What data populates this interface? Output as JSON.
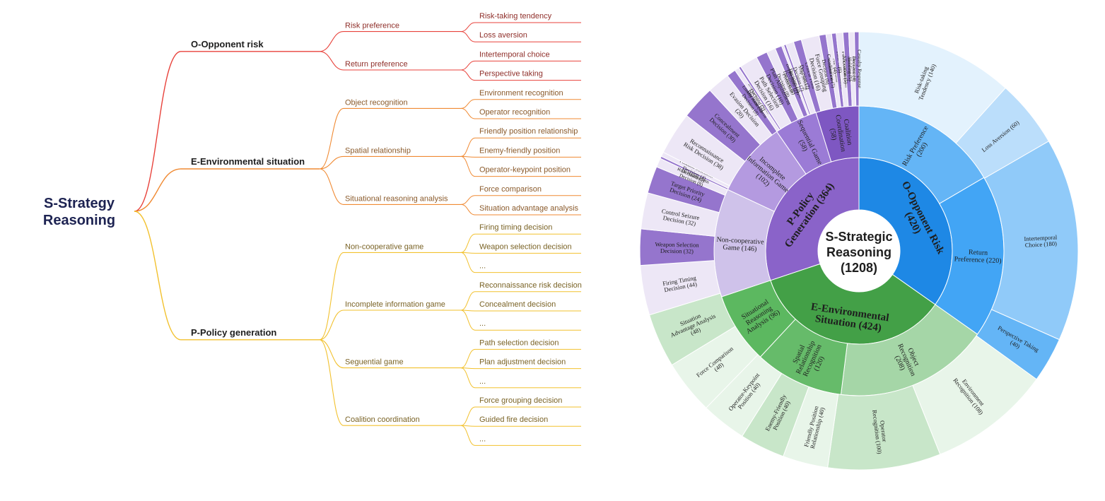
{
  "tree": {
    "root": [
      "S-Strategy",
      "Reasoning"
    ],
    "branches": [
      {
        "label": "O-Opponent risk",
        "color": "#e8423b",
        "text_color": "#8f2f2a",
        "children": [
          {
            "label": "Risk preference",
            "leaves": [
              "Risk-taking tendency",
              "Loss aversion"
            ]
          },
          {
            "label": "Return preference",
            "leaves": [
              "Intertemporal choice",
              "Perspective taking"
            ]
          }
        ]
      },
      {
        "label": "E-Environmental situation",
        "color": "#f08a33",
        "text_color": "#8a5a2b",
        "children": [
          {
            "label": "Object recognition",
            "leaves": [
              "Environment recognition",
              "Operator recognition"
            ]
          },
          {
            "label": "Spatial relationship",
            "leaves": [
              "Friendly position relationship",
              "Enemy-friendly position",
              "Operator-keypoint position"
            ]
          },
          {
            "label": "Situational reasoning analysis",
            "leaves": [
              "Force comparison",
              "Situation advantage analysis"
            ]
          }
        ]
      },
      {
        "label": "P-Policy generation",
        "color": "#f2c12e",
        "text_color": "#7a6326",
        "children": [
          {
            "label": "Non-cooperative game",
            "leaves": [
              "Firing timing decision",
              "Weapon selection decision",
              "..."
            ]
          },
          {
            "label": "Incomplete information game",
            "leaves": [
              "Reconnaissance risk decision",
              "Concealment decision",
              "..."
            ]
          },
          {
            "label": "Seguential game",
            "leaves": [
              "Path selection decision",
              "Plan adjustment decision",
              "..."
            ]
          },
          {
            "label": "Coalition coordination",
            "leaves": [
              "Force grouping decision",
              "Guided fire decision",
              "..."
            ]
          }
        ]
      }
    ]
  },
  "chart_data": {
    "type": "sunburst",
    "center": {
      "lines": [
        "S-Strategic",
        "Reasoning",
        "(1208)"
      ],
      "value": 1208
    },
    "rings": [
      {
        "level": 1,
        "segments": [
          {
            "label": "O-Opponent Risk (420)",
            "value": 420,
            "color": "#1e88e5"
          },
          {
            "label": "E-Environmental Situation (424)",
            "value": 424,
            "color": "#43a047"
          },
          {
            "label": "P-Policy Generation (364)",
            "value": 364,
            "color": "#8a63c9"
          }
        ]
      },
      {
        "level": 2,
        "segments": [
          {
            "label": "Risk Preference (200)",
            "value": 200,
            "parent": "O",
            "color": "#64b5f6"
          },
          {
            "label": "Return Preference (220)",
            "value": 220,
            "parent": "O",
            "color": "#42a5f5"
          },
          {
            "label": "Object Recognition (208)",
            "value": 208,
            "parent": "E",
            "color": "#a5d6a7"
          },
          {
            "label": "Spatial Relationship Recognition (120)",
            "value": 120,
            "parent": "E",
            "color": "#66bb6a"
          },
          {
            "label": "Situational Reasoning Analysis (96)",
            "value": 96,
            "parent": "E",
            "color": "#5cb860"
          },
          {
            "label": "Non-cooperative Game (146)",
            "value": 146,
            "parent": "P",
            "color": "#cfc2ea"
          },
          {
            "label": "Incomplete Information Game (102)",
            "value": 102,
            "parent": "P",
            "color": "#b49ae0"
          },
          {
            "label": "Sequential Game (58)",
            "value": 58,
            "parent": "P",
            "color": "#9b7bd6"
          },
          {
            "label": "Coalition Coordination (58)",
            "value": 58,
            "parent": "P",
            "color": "#7e57c2"
          }
        ]
      },
      {
        "level": 3,
        "segments": [
          {
            "label": "Risk-taking Tendency (140)",
            "value": 140,
            "color": "#e3f2fd"
          },
          {
            "label": "Loss Aversion (60)",
            "value": 60,
            "color": "#bbdefb"
          },
          {
            "label": "Intertemporal Choice (180)",
            "value": 180,
            "color": "#90caf9"
          },
          {
            "label": "Perspective Taking (40)",
            "value": 40,
            "color": "#64b5f6"
          },
          {
            "label": "Environment Recognition (108)",
            "value": 108,
            "color": "#e8f5e9"
          },
          {
            "label": "Operator Recognition (100)",
            "value": 100,
            "color": "#c8e6c9"
          },
          {
            "label": "Friendly Position Relationship (40)",
            "value": 40,
            "color": "#e8f5e9"
          },
          {
            "label": "Enemy-Friendly Position (40)",
            "value": 40,
            "color": "#c8e6c9"
          },
          {
            "label": "Operator-Keypoint Position (40)",
            "value": 40,
            "color": "#e8f5e9"
          },
          {
            "label": "Force Comparison (48)",
            "value": 48,
            "color": "#e8f5e9"
          },
          {
            "label": "Situation Advantage Analysis (48)",
            "value": 48,
            "color": "#c8e6c9"
          },
          {
            "label": "Firing Timing Decision (44)",
            "value": 44,
            "color": "#ede7f6"
          },
          {
            "label": "Weapon Selection Decision (32)",
            "value": 32,
            "color": "#9575cd"
          },
          {
            "label": "Control Seizure Decision (32)",
            "value": 32,
            "color": "#ede7f6"
          },
          {
            "label": "Target Priority Decision (24)",
            "value": 24,
            "color": "#9575cd"
          },
          {
            "label": "Risk Assessment Decision (8)",
            "value": 8,
            "color": "#ede7f6"
          },
          {
            "label": "Area Denial Decision (2)",
            "value": 2,
            "color": "#9575cd"
          },
          {
            "label": "Position Selection Decision (4)",
            "value": 4,
            "color": "#ede7f6"
          },
          {
            "label": "Reconnaissance Risk Decision (38)",
            "value": 38,
            "color": "#ede7f6"
          },
          {
            "label": "Concealment Decision (30)",
            "value": 30,
            "color": "#9575cd"
          },
          {
            "label": "Evasion Decision (20)",
            "value": 20,
            "color": "#ede7f6"
          },
          {
            "label": "Enemy Assessment Decision (8)",
            "value": 8,
            "color": "#9575cd"
          },
          {
            "label": "Deception Tactics Decision (4)",
            "value": 4,
            "color": "#ede7f6"
          },
          {
            "label": "Minefield Response Decision (2)",
            "value": 2,
            "color": "#9575cd"
          },
          {
            "label": "Path Selection Decision (16)",
            "value": 16,
            "color": "#ede7f6"
          },
          {
            "label": "Plan Adjustment Decision (10)",
            "value": 10,
            "color": "#9575cd"
          },
          {
            "label": "Prediction Decision (8)",
            "value": 8,
            "color": "#ede7f6"
          },
          {
            "label": "Battlefield Tempo Decision (6)",
            "value": 6,
            "color": "#9575cd"
          },
          {
            "label": "Chain Reaction Decision (2)",
            "value": 2,
            "color": "#ede7f6"
          },
          {
            "label": "Echelon Maneuver Decision (2)",
            "value": 2,
            "color": "#9575cd"
          },
          {
            "label": "Trap Setting Decision (7)",
            "value": 7,
            "color": "#ede7f6"
          },
          {
            "label": "Critical Point Decision (7)",
            "value": 7,
            "color": "#9575cd"
          },
          {
            "label": "Force Grouping Decision (16)",
            "value": 16,
            "color": "#ede7f6"
          },
          {
            "label": "Guided Fire Decision (6)",
            "value": 6,
            "color": "#9575cd"
          },
          {
            "label": "Air-Ground Coordination (5)",
            "value": 5,
            "color": "#ede7f6"
          },
          {
            "label": "Time Coordination (4)",
            "value": 4,
            "color": "#9575cd"
          },
          {
            "label": "Fire Coordination (6)",
            "value": 6,
            "color": "#ede7f6"
          },
          {
            "label": "Ammunition Allocation (5)",
            "value": 5,
            "color": "#9575cd"
          },
          {
            "label": "Area Mutual Holding (5)",
            "value": 5,
            "color": "#ede7f6"
          },
          {
            "label": "Casualty Response Decision (4)",
            "value": 4,
            "color": "#9575cd"
          }
        ]
      }
    ]
  }
}
